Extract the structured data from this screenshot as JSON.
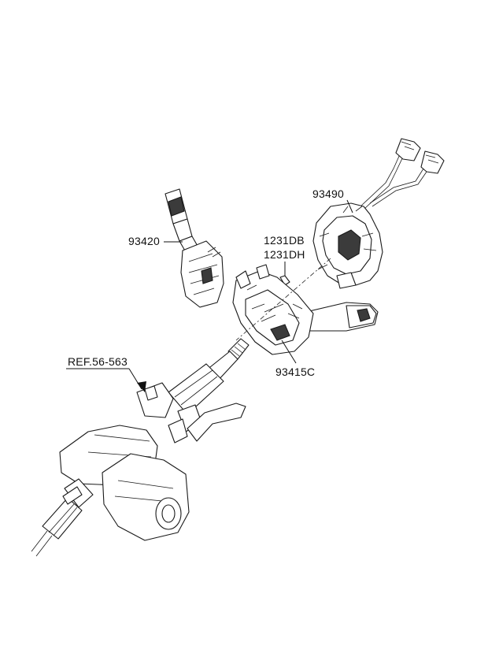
{
  "diagram": {
    "labels": {
      "part_93490": "93490",
      "part_93420": "93420",
      "part_1231db": "1231DB",
      "part_1231dh": "1231DH",
      "part_93415c": "93415C",
      "ref": "REF.56-563"
    },
    "colors": {
      "line": "#111111",
      "background": "#ffffff"
    }
  }
}
